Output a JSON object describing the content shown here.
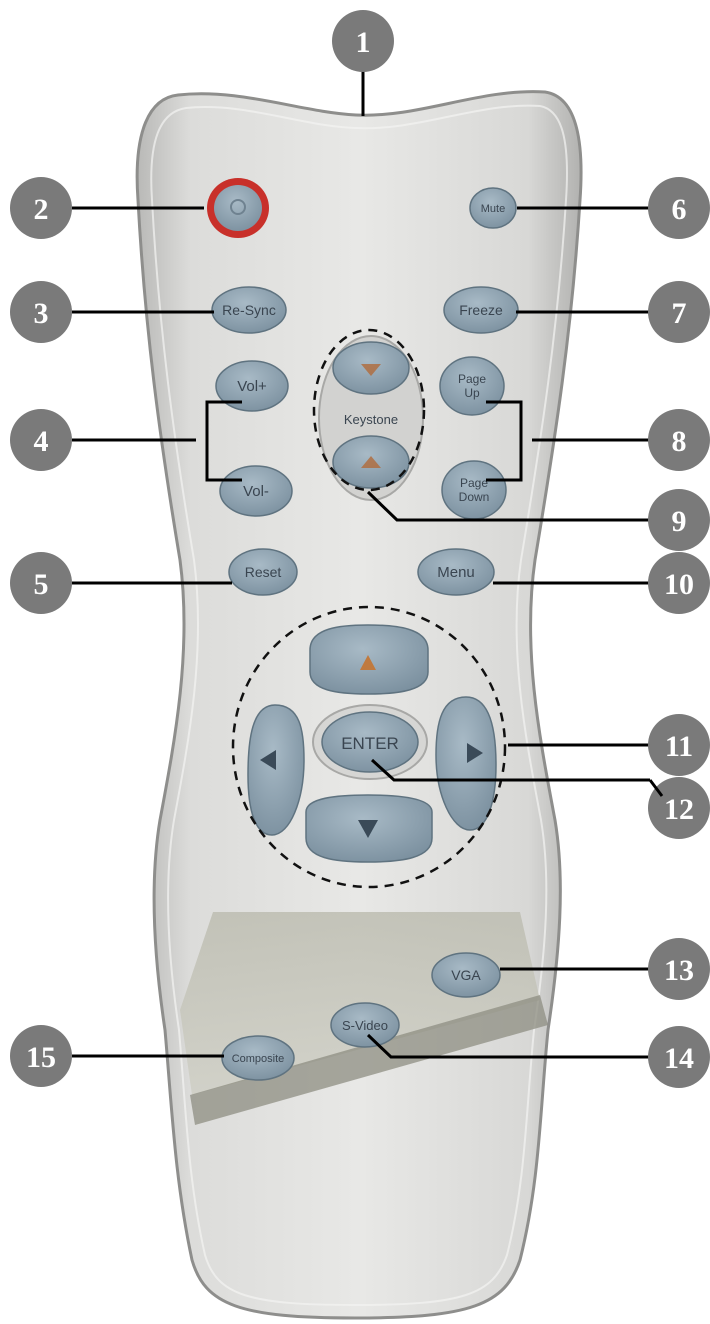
{
  "buttons": {
    "mute": "Mute",
    "resync": "Re-Sync",
    "freeze": "Freeze",
    "vol_plus": "Vol+",
    "vol_minus": "Vol-",
    "keystone": "Keystone",
    "page_up_line1": "Page",
    "page_up_line2": "Up",
    "page_down_line1": "Page",
    "page_down_line2": "Down",
    "reset": "Reset",
    "menu": "Menu",
    "enter": "ENTER",
    "vga": "VGA",
    "svideo": "S-Video",
    "composite": "Composite"
  },
  "callouts": [
    "1",
    "2",
    "3",
    "4",
    "5",
    "6",
    "7",
    "8",
    "9",
    "10",
    "11",
    "12",
    "13",
    "14",
    "15"
  ],
  "colors": {
    "callout_fill": "#7a7a7a",
    "body_light": "#e4e4e2",
    "body_dark": "#b8b8b6",
    "button_fill": "#8a9eac",
    "power_ring": "#c8302a",
    "leader": "#000000"
  },
  "icons": {
    "power": "power-icon",
    "up_arrow": "triangle-up-icon",
    "down_arrow": "triangle-down-icon",
    "left_arrow": "triangle-left-icon",
    "right_arrow": "triangle-right-icon"
  }
}
